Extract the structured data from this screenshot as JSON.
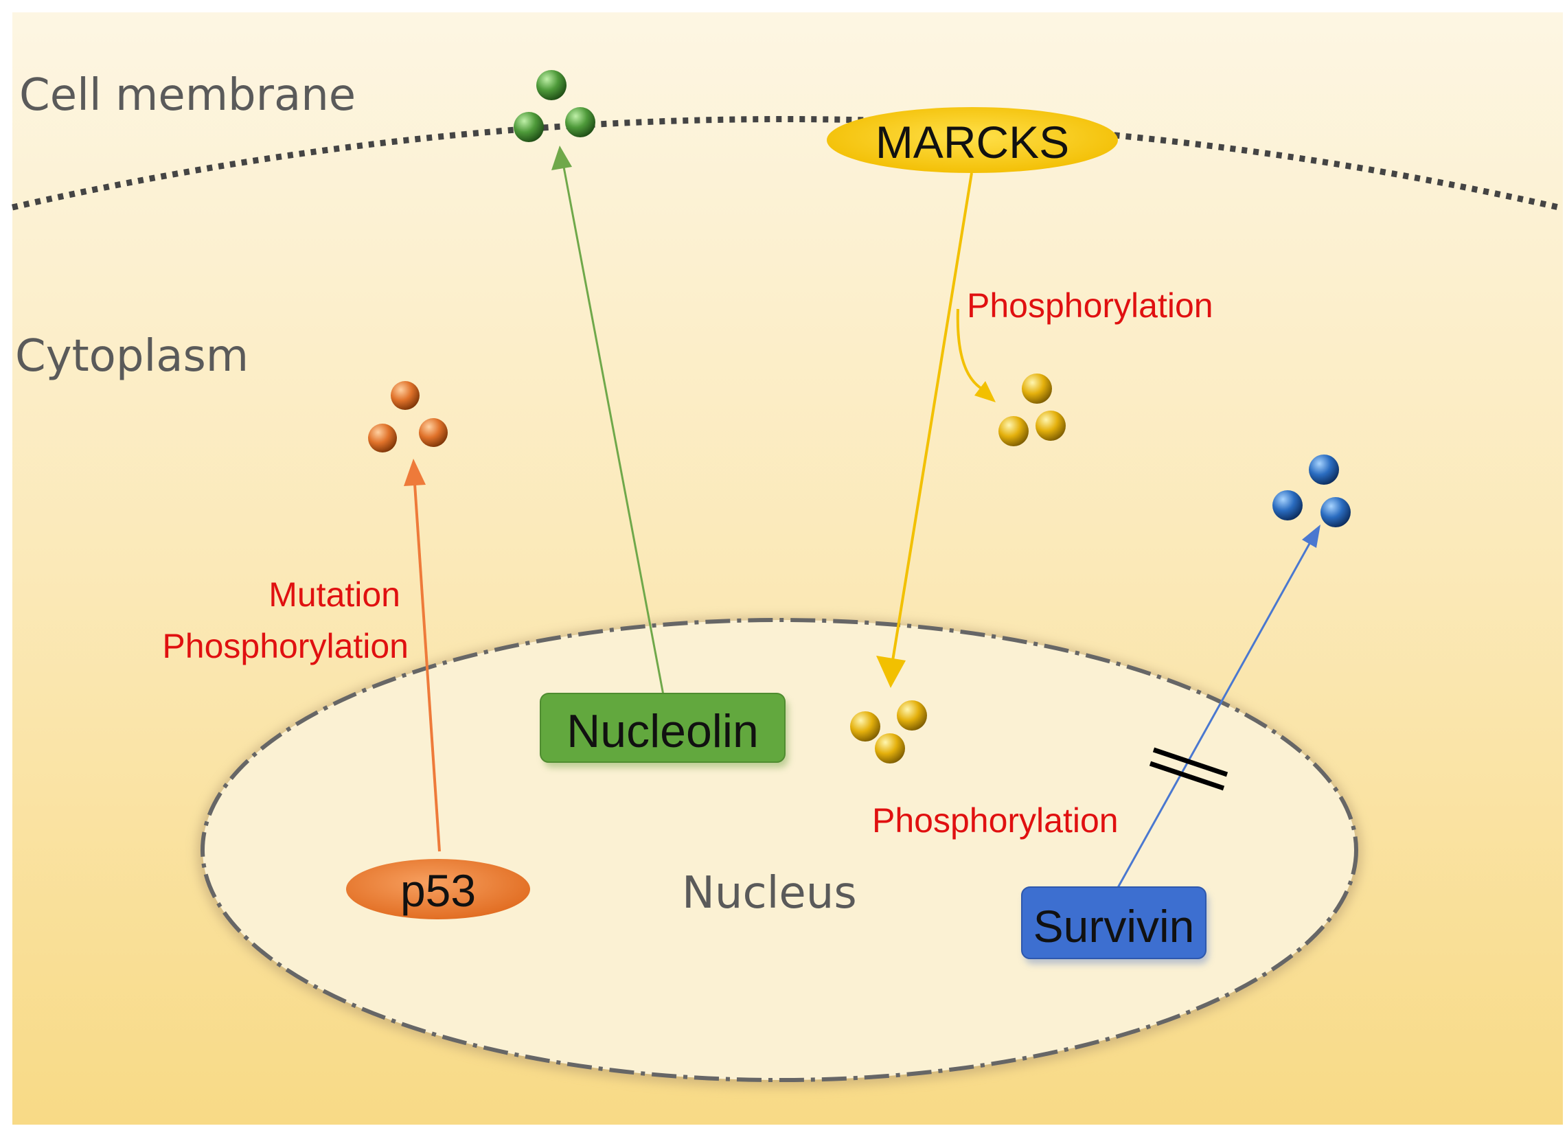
{
  "regions": {
    "cell_membrane": "Cell membrane",
    "cytoplasm": "Cytoplasm",
    "nucleus": "Nucleus"
  },
  "proteins": {
    "marcks": "MARCKS",
    "nucleolin": "Nucleolin",
    "p53": "p53",
    "survivin": "Survivin"
  },
  "modifications": {
    "marcks_cytoplasm": "Phosphorylation",
    "marcks_nucleus": "Phosphorylation",
    "p53_mutation": "Mutation",
    "p53_phosphorylation": "Phosphorylation"
  },
  "colors": {
    "nucleolin": "#5aa03c",
    "marcks": "#f2c20a",
    "p53": "#e8782a",
    "survivin": "#3a66c4",
    "modification_text": "#e01010"
  }
}
